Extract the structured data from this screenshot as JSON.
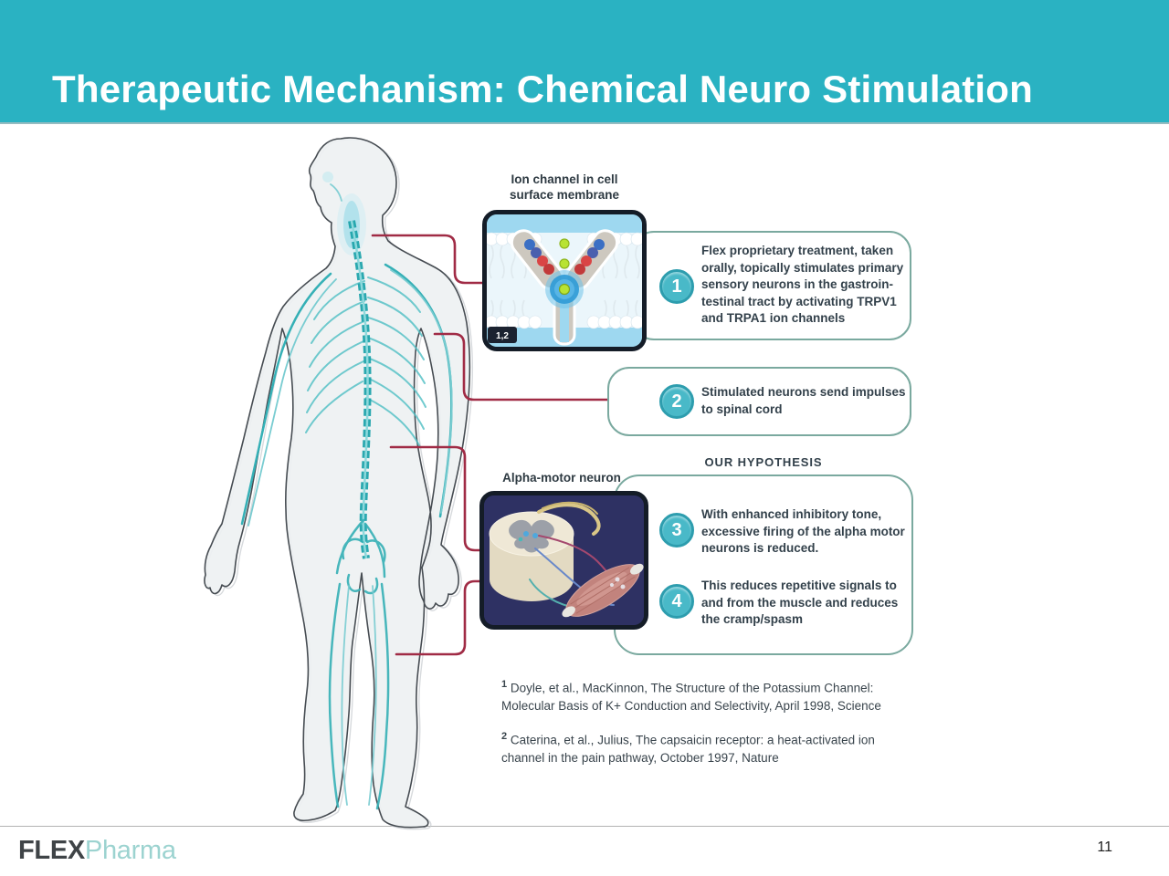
{
  "slide": {
    "title": "Therapeutic Mechanism: Chemical Neuro Stimulation"
  },
  "diagram": {
    "ion_channel_label_lines": [
      "Ion channel in cell",
      "surface membrane"
    ],
    "ion_channel_citation_badge": "1,2",
    "alpha_motor_label": "Alpha-motor neuron",
    "hypothesis_heading": "OUR HYPOTHESIS",
    "steps": [
      {
        "number": "1",
        "text": "Flex proprietary treatment, taken orally, topically stimulates primary sensory neurons in the gastroin-testinal tract by activating TRPV1 and TRPA1 ion channels"
      },
      {
        "number": "2",
        "text": "Stimulated neurons send impulses to spinal cord"
      },
      {
        "number": "3",
        "text": "With enhanced inhibitory tone, excessive firing of the alpha motor neurons is reduced."
      },
      {
        "number": "4",
        "text": "This reduces repetitive signals to and from the muscle and reduces the cramp/spasm"
      }
    ]
  },
  "references": [
    {
      "marker": "1",
      "text": "Doyle, et al., MacKinnon, The Structure of the Potassium Channel: Molecular Basis of K+ Conduction and Selectivity, April 1998, Science"
    },
    {
      "marker": "2",
      "text": "Caterina, et al., Julius, The capsaicin receptor: a heat-activated ion channel in the pain pathway, October 1997, Nature"
    }
  ],
  "footer": {
    "logo_primary": "FLEX",
    "logo_secondary": "Pharma",
    "page_number": "11"
  },
  "colors": {
    "header_teal": "#2ab2c2",
    "badge_teal": "#49b9c8",
    "callout_border": "#7aa99f",
    "connector_red": "#a02b45",
    "nerve_teal": "#2aa7ad",
    "inset_border": "#141c27",
    "ion_inset_blue": "#9ed8f0",
    "alpha_inset_navy": "#2e3163",
    "logo_gray": "#3f4447",
    "logo_teal": "#9cd3d0"
  }
}
